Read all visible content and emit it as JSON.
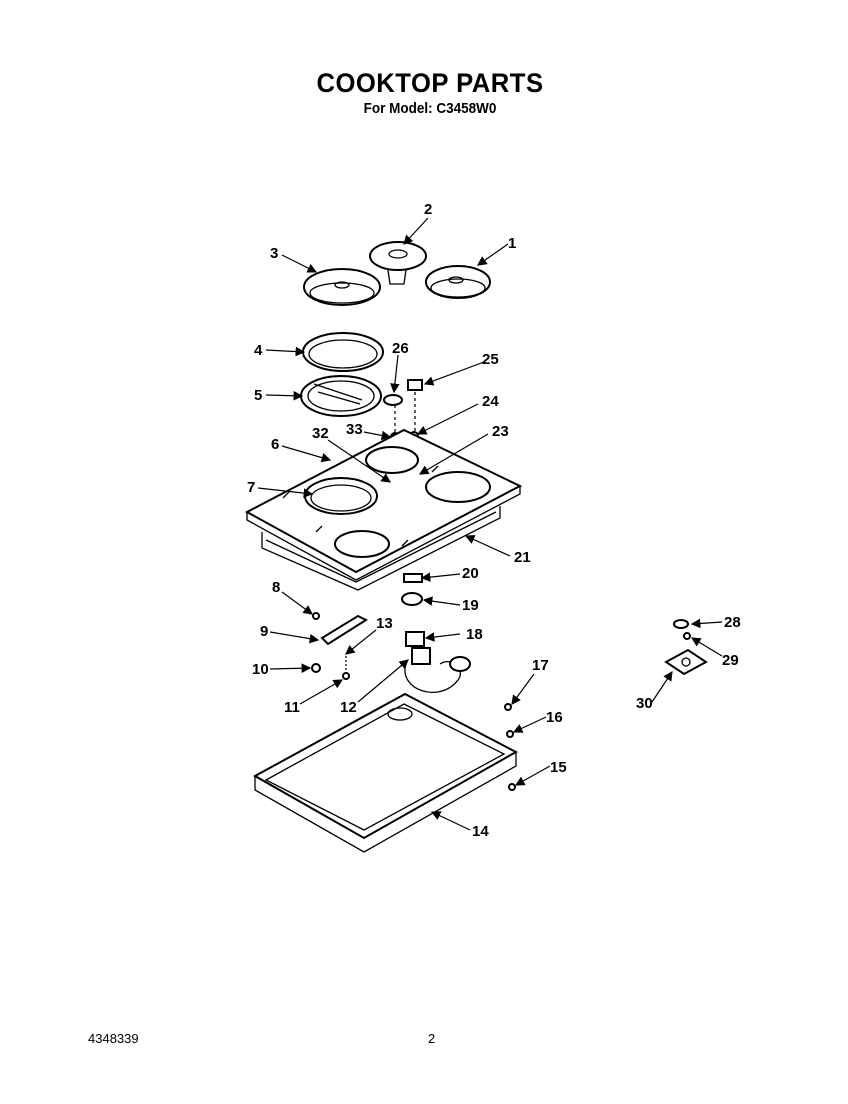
{
  "header": {
    "title": "COOKTOP PARTS",
    "subtitle": "For Model: C3458W0"
  },
  "footer": {
    "doc_number": "4348339",
    "page_number": "2"
  },
  "callouts": [
    "1",
    "2",
    "3",
    "4",
    "5",
    "6",
    "7",
    "8",
    "9",
    "10",
    "11",
    "12",
    "13",
    "14",
    "15",
    "16",
    "17",
    "18",
    "19",
    "20",
    "21",
    "23",
    "24",
    "25",
    "26",
    "28",
    "29",
    "30",
    "32",
    "33"
  ]
}
